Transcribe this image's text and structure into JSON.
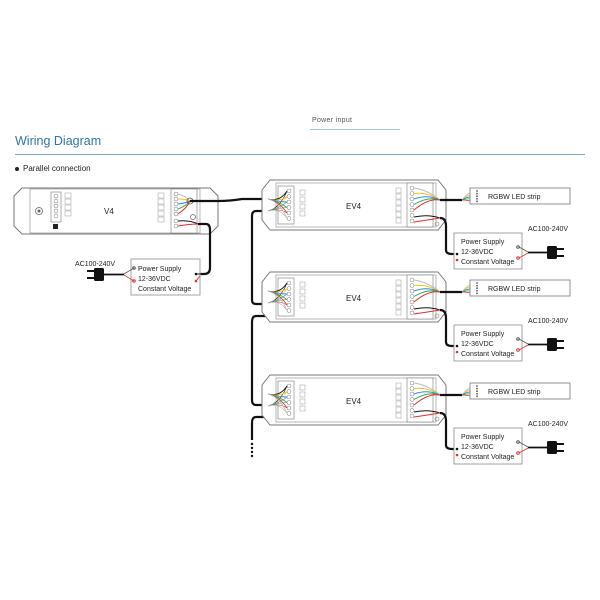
{
  "header": {
    "cut_tab_text": "Power input",
    "title": "Wiring Diagram",
    "bullet": "Parallel connection"
  },
  "master": {
    "label": "V4"
  },
  "master_power": {
    "ac_label": "AC100-240V",
    "lines": [
      "Power Supply",
      "12-36VDC",
      "Constant Voltage"
    ]
  },
  "receivers": [
    {
      "label": "EV4",
      "strip": "RGBW LED strip",
      "psu_lines": [
        "Power Supply",
        "12-36VDC",
        "Constant Voltage"
      ],
      "ac_label": "AC100-240V"
    },
    {
      "label": "EV4",
      "strip": "RGBW LED strip",
      "psu_lines": [
        "Power Supply",
        "12-36VDC",
        "Constant Voltage"
      ],
      "ac_label": "AC100-240V"
    },
    {
      "label": "EV4",
      "strip": "RGBW LED strip",
      "psu_lines": [
        "Power Supply",
        "12-36VDC",
        "Constant Voltage"
      ],
      "ac_label": "AC100-240V"
    }
  ],
  "continuation": "...",
  "wire_colors": {
    "black": "#111111",
    "red": "#e0302b",
    "green": "#2fa84f",
    "blue": "#2b8ad6",
    "yellow": "#f2c21a",
    "white": "#bbbbbb"
  }
}
